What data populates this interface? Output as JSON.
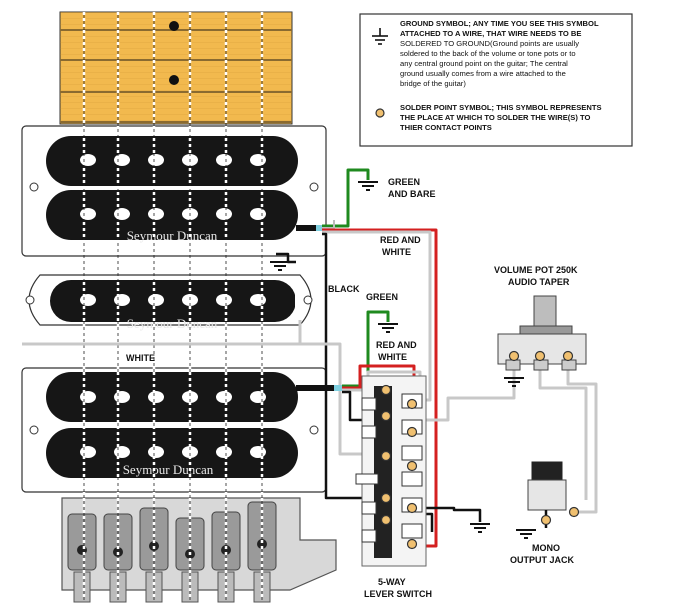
{
  "brand": "Seymour Duncan",
  "legend": {
    "ground_title": "GROUND SYMBOL; ANY TIME YOU SEE THIS SYMBOL",
    "ground_lines": [
      "ATTACHED TO A WIRE, THAT WIRE NEEDS TO BE",
      "SOLDERED TO GROUND(Ground points are usually",
      "soldered to the back of the volume or tone pots or to",
      "any central ground point on the guitar; The central",
      "ground usually comes from a wire attached to the",
      "bridge of the guitar)"
    ],
    "solder_title": "SOLDER POINT SYMBOL; THIS SYMBOL REPRESENTS",
    "solder_lines": [
      "THE PLACE AT WHICH TO SOLDER THE WIRE(S) TO",
      "THIER CONTACT POINTS"
    ]
  },
  "labels": {
    "green_and_bare": [
      "GREEN",
      "AND BARE"
    ],
    "red_and_white_top": [
      "RED AND",
      "WHITE"
    ],
    "black": "BLACK",
    "green": "GREEN",
    "red_and_white_bottom": [
      "RED AND",
      "WHITE"
    ],
    "white": "WHITE",
    "volume_pot": [
      "VOLUME POT 250K",
      "AUDIO TAPER"
    ],
    "mono_jack": [
      "MONO",
      "OUTPUT JACK"
    ],
    "switch": [
      "5-WAY",
      "LEVER SWITCH"
    ]
  },
  "colors": {
    "green_wire": "#1f8a1f",
    "red_wire": "#d42020",
    "white_wire": "#c8c8c8",
    "black_wire": "#111111",
    "solder_point": "#f0c070",
    "fretboard": "#f5c05a"
  }
}
